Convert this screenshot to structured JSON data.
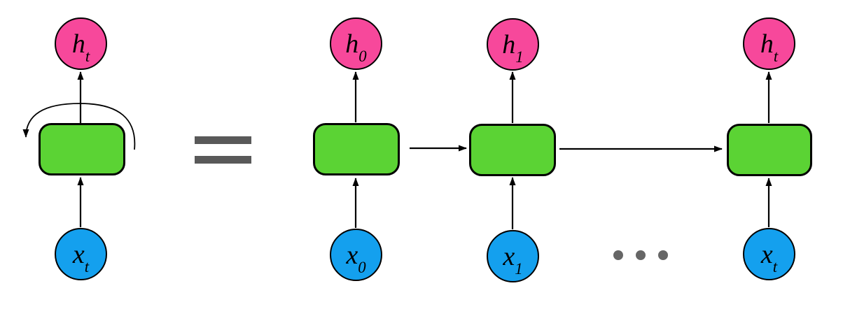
{
  "diagram": {
    "colors": {
      "hidden_state_fill": "#F7489B",
      "input_fill": "#14A0EE",
      "cell_fill": "#5BD334",
      "stroke": "#000000",
      "equals_gray": "#595959",
      "ellipsis_gray": "#666666"
    },
    "folded_unit": {
      "output_label": {
        "base": "h",
        "sub": "t"
      },
      "input_label": {
        "base": "x",
        "sub": "t"
      }
    },
    "equals_sign": {
      "symbol": "="
    },
    "unrolled_units": [
      {
        "output_label": {
          "base": "h",
          "sub": "0"
        },
        "input_label": {
          "base": "x",
          "sub": "0"
        }
      },
      {
        "output_label": {
          "base": "h",
          "sub": "1"
        },
        "input_label": {
          "base": "x",
          "sub": "1"
        }
      },
      {
        "output_label": {
          "base": "h",
          "sub": "t"
        },
        "input_label": {
          "base": "x",
          "sub": "t"
        }
      }
    ],
    "ellipsis": {
      "dot_count": "3"
    }
  }
}
